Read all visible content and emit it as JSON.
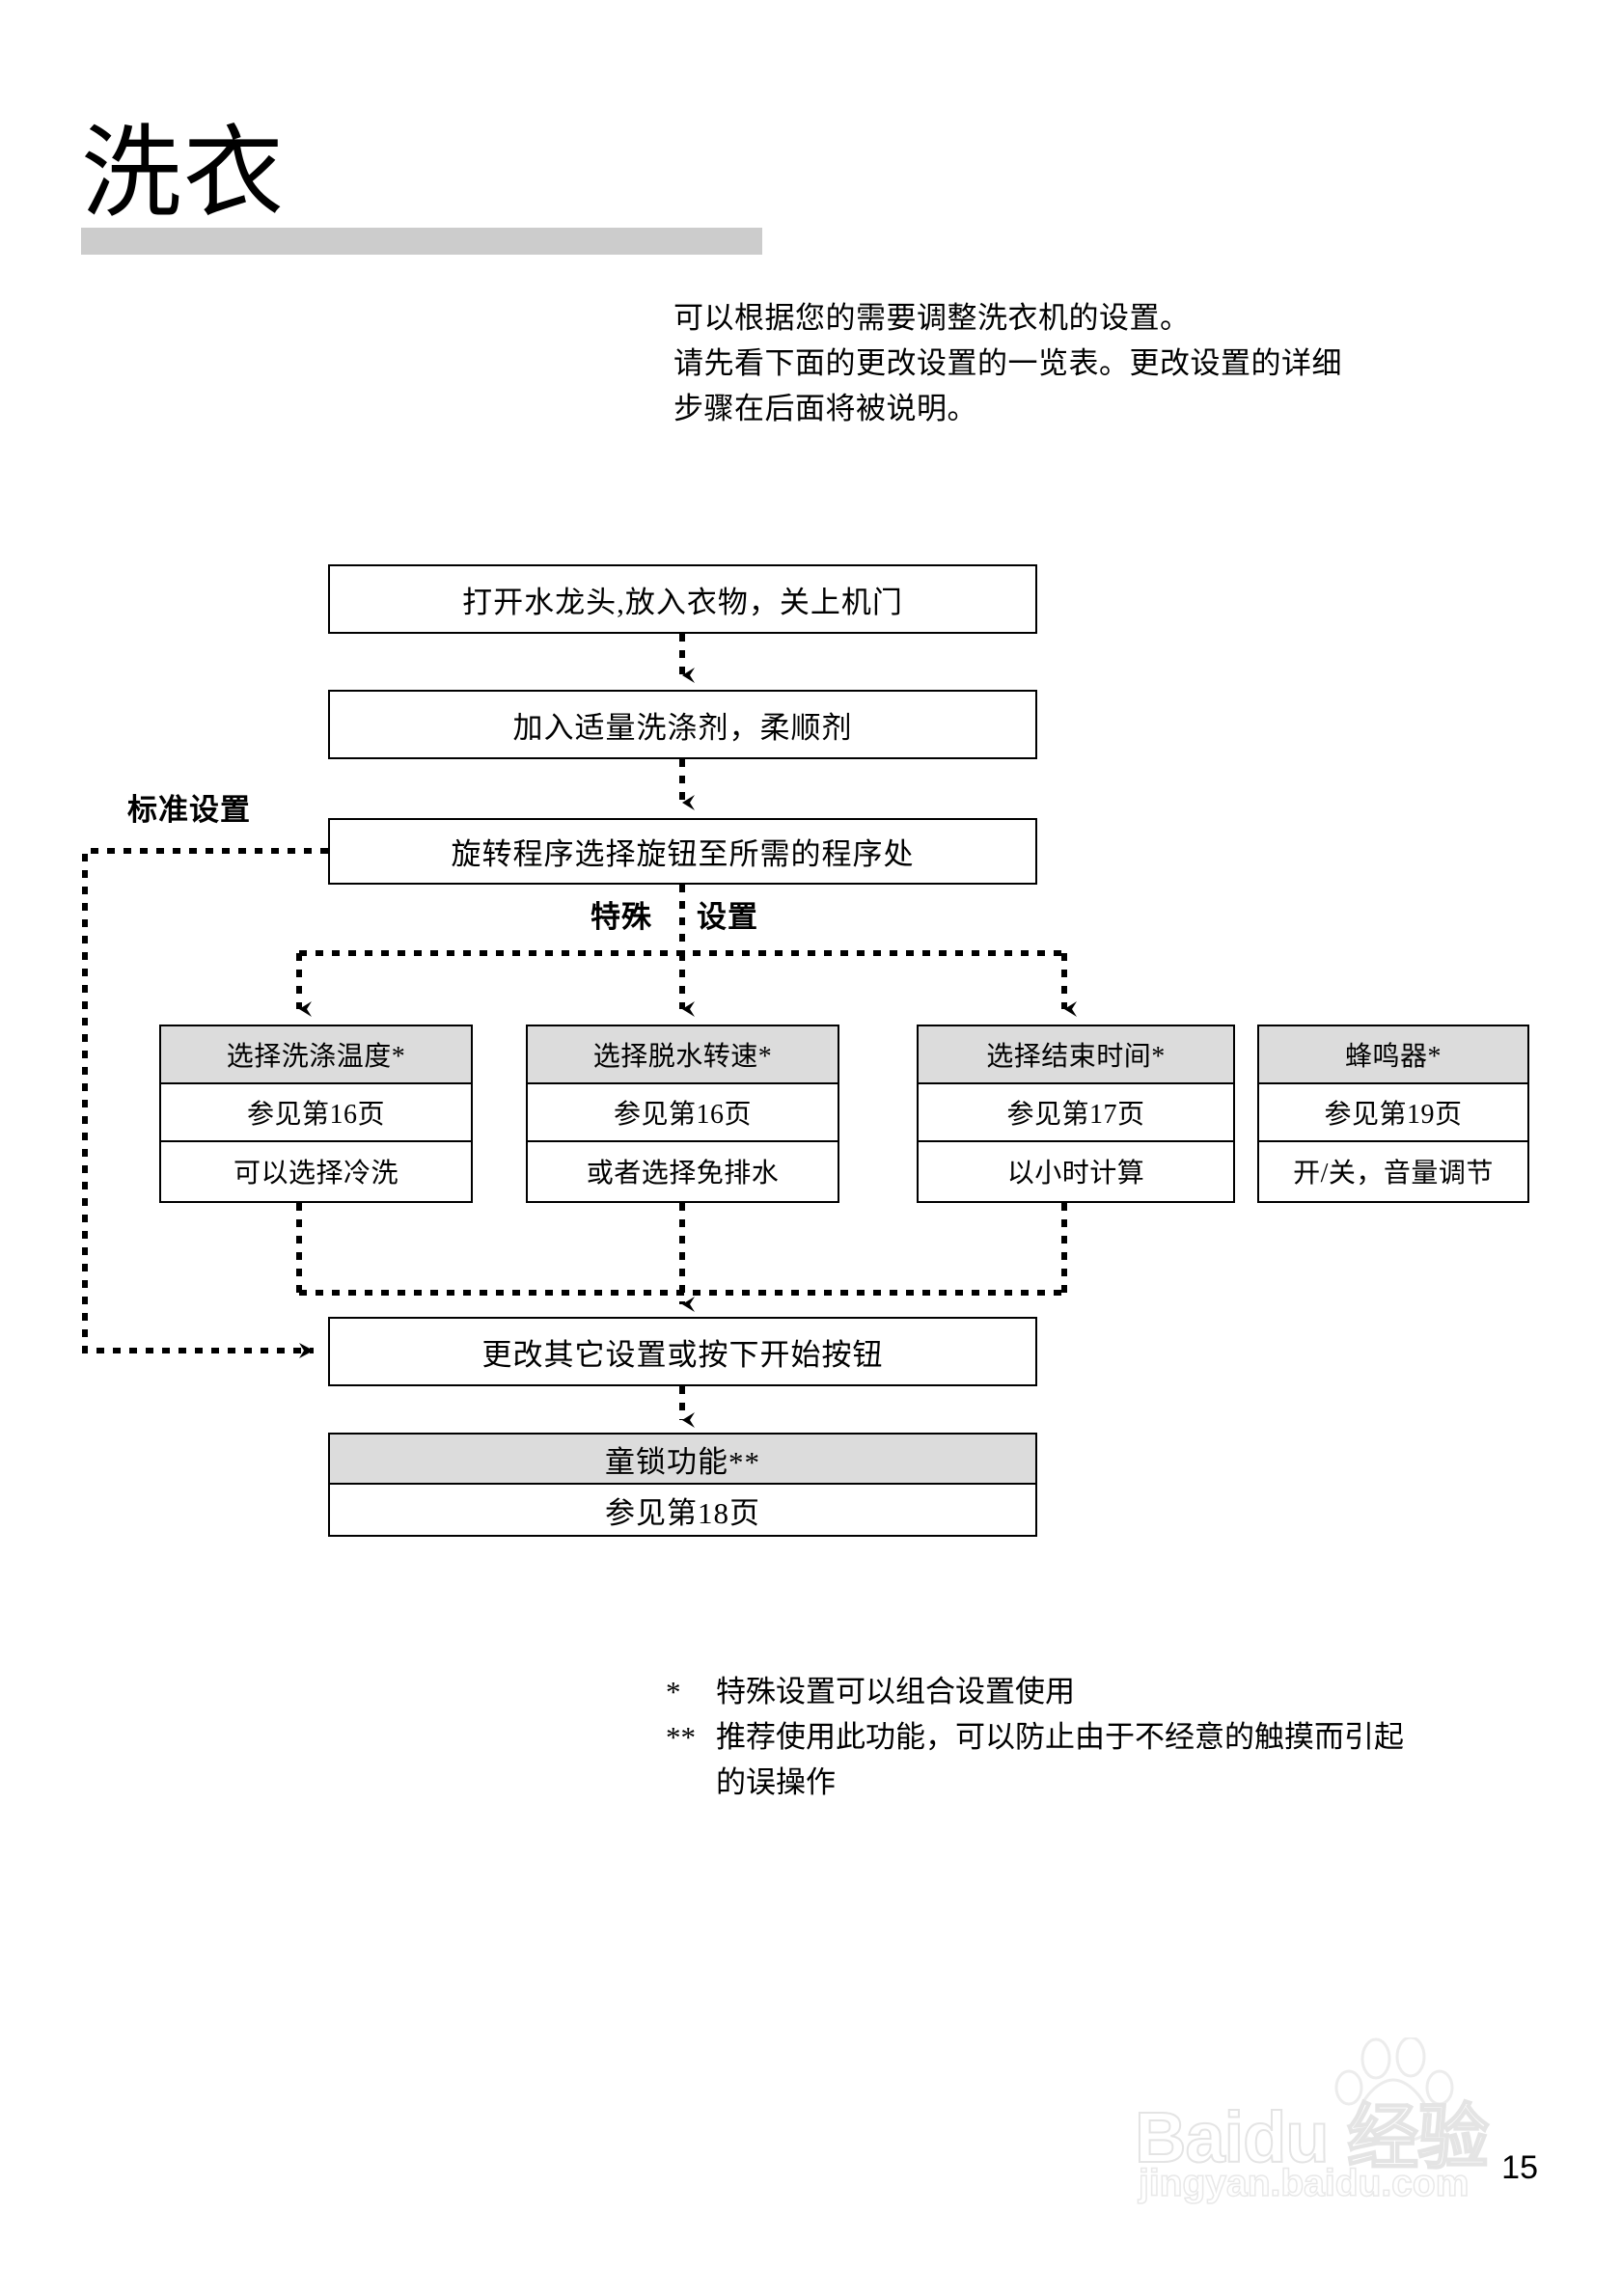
{
  "header": {
    "title": "洗衣"
  },
  "intro": {
    "lines": [
      "可以根据您的需要调整洗衣机的设置。",
      "请先看下面的更改设置的一览表。更改设置的详细",
      "步骤在后面将被说明。"
    ]
  },
  "flow": {
    "step1": "打开水龙头,放入衣物，关上机门",
    "step2": "加入适量洗涤剂，柔顺剂",
    "step3": "旋转程序选择旋钮至所需的程序处",
    "step4": "更改其它设置或按下开始按钮",
    "label_standard": "标准设置",
    "label_special_a": "特殊",
    "label_special_b": "设置"
  },
  "options": [
    {
      "title": "选择洗涤温度*",
      "reference": "参见第16页",
      "note": "可以选择冷洗"
    },
    {
      "title": "选择脱水转速*",
      "reference": "参见第16页",
      "note": "或者选择免排水"
    },
    {
      "title": "选择结束时间*",
      "reference": "参见第17页",
      "note": "以小时计算"
    },
    {
      "title": "蜂鸣器*",
      "reference": "参见第19页",
      "note": "开/关，音量调节"
    }
  ],
  "childlock": {
    "title": "童锁功能**",
    "reference": "参见第18页"
  },
  "footnotes": [
    {
      "mark": "*",
      "text": "特殊设置可以组合设置使用"
    },
    {
      "mark": "**",
      "text": "推荐使用此功能，可以防止由于不经意的触摸而引起"
    },
    {
      "mark": "",
      "text": "的误操作"
    }
  ],
  "footer": {
    "page_number": "15",
    "watermark_main": "Baidu 经验",
    "watermark_sub": "jingyan.baidu.com"
  },
  "colors": {
    "rule": "#cccccc",
    "card_header": "#dcdcdc",
    "line": "#000000",
    "watermark": "#e9e9e9"
  }
}
